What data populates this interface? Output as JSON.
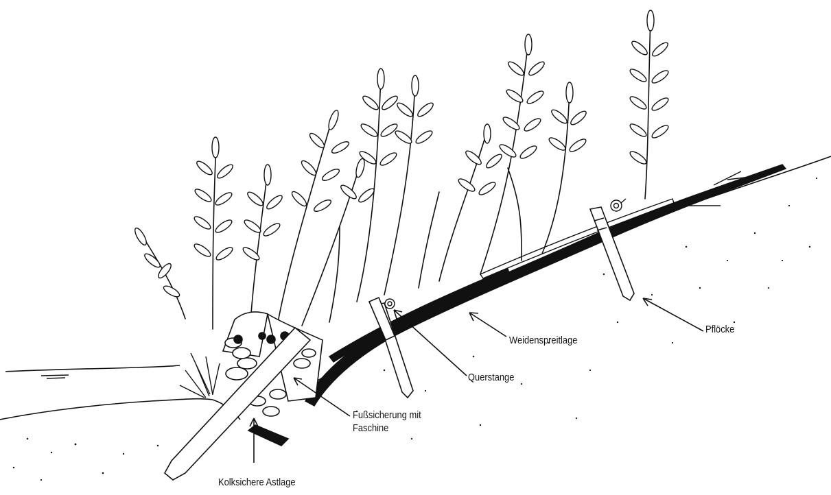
{
  "labels": {
    "pfloecke": "Pflöcke",
    "weidenspreitlage": "Weidenspreitlage",
    "querstange": "Querstange",
    "fusssicherung_line1": "Fußsicherung mit",
    "fusssicherung_line2": "Faschine",
    "kolksichere_astlage": "Kolksichere Astlage"
  },
  "colors": {
    "ink": "#111111",
    "paper": "#ffffff"
  }
}
